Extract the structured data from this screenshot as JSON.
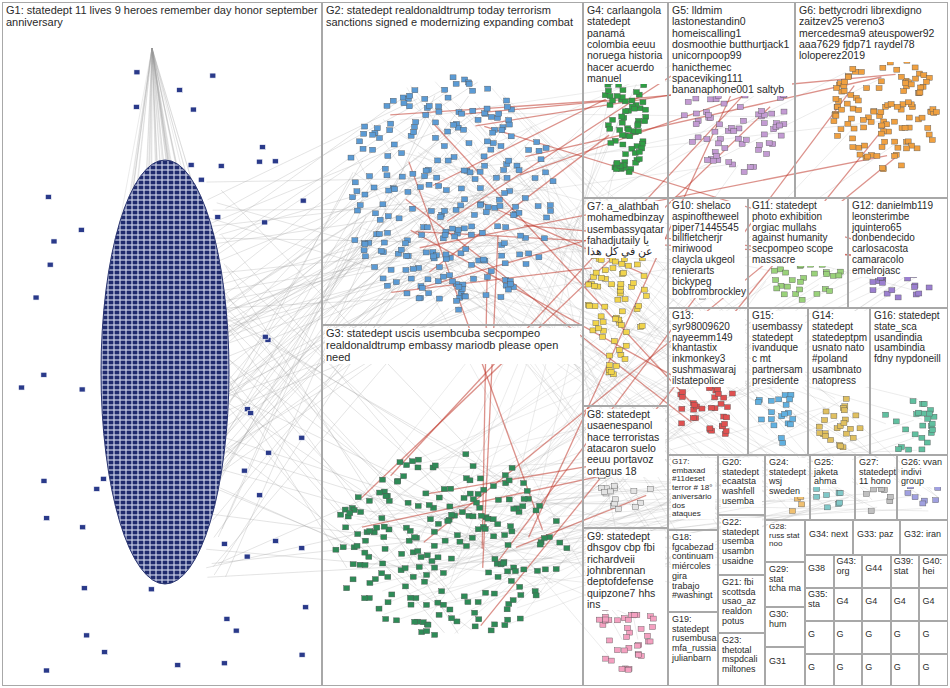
{
  "diagram": {
    "nodes": [
      {
        "text": [
          "G1: statedept 11 lives 9 heroes remember day honor september anniversary"
        ]
      },
      {
        "text": [
          "G2: statedept realdonaldtrump today terrorism sanctions signed e modernizing expanding combat"
        ]
      },
      {
        "text": [
          "G3: statedept uscis usembcuba secpompeo realdonaldtrump embassy mariodb please open need"
        ]
      },
      {
        "text": [
          "G4: carlaangola statedept panamá colombia eeuu noruega historia hacer acuerdo manuel"
        ]
      },
      {
        "text": [
          "G5: lldmim lastonestandin0 homeiscalling1 dosmoothie butthurtjack1 unicornpoop99 hanicthemec spaceviking111 bananaphone001 saltyb"
        ]
      },
      {
        "text": [
          "G6: bettycrodri librexdigno zaitzev25 vereno3 mercedesma9 ateuspower92 aaa7629 fjdp71 raydel78 loloperez2019"
        ]
      },
      {
        "text": [
          "G7: a_alathbah mohamedbinzay usembassyqatar fahadjutaily يا عن في كل هذا"
        ]
      },
      {
        "text": [
          "G8: statedept usaenespanol hace terroristas atacaron suelo eeuu portavoz ortagus 18"
        ]
      },
      {
        "text": [
          "G9: statedept dhsgov cbp fbi richardveii johnbrennan deptofdefense quipzone7 hhs ins"
        ]
      },
      {
        "text": [
          "G10: shelaco aspinoftheweel piper71445545 billfletcherjr miriwood claycla ukgeol renierarts bickypeg bobfrombrockley"
        ]
      },
      {
        "text": [
          "G11: statedept photo exhibition orgiac mullahs against humanity secpompeo scope massacre"
        ]
      },
      {
        "text": [
          "G12: danielmb119 leonsterimbe jquintero65 donbendecido carlosacosta camaracolo emelrojasc"
        ]
      },
      {
        "text": [
          "G13: syr98009620 nayeemm149 khantastix inkmonkey3 sushmaswaraj ilstatepolice"
        ]
      },
      {
        "text": [
          "G15: usembassy statedept ivanduque c mt partnersam presidente"
        ]
      },
      {
        "text": [
          "G14: statedept statedeptpm usnato nato #poland usambnato natopress"
        ]
      },
      {
        "text": [
          "G16: statedept state_sca usandindia usambindia fdny nypdoneill"
        ]
      },
      {
        "text": [
          "G17: embaxad #11deset terror # 18° aniversário dos ataques"
        ]
      },
      {
        "text": [
          "G18: fgcabezad continuam miércoles gira trabajo #washingt"
        ]
      },
      {
        "text": [
          "G19: statedept rusembusa mfa_russia julianbarn"
        ]
      },
      {
        "text": [
          "G20: statedept ecaatsta washfell usemba"
        ]
      },
      {
        "text": [
          "G22: statedept usemba usambn usaidne"
        ]
      },
      {
        "text": [
          "G21: fbi scottsda usao_az realdon potus"
        ]
      },
      {
        "text": [
          "G23: thetotal mspdcali miltones"
        ]
      },
      {
        "text": [
          "G24: statedept wsj sweden"
        ]
      },
      {
        "text": [
          "G25: jaketa ahma"
        ]
      },
      {
        "text": [
          "G27: statedept 11 hono"
        ]
      },
      {
        "text": [
          "G26: vvan indivi group"
        ]
      },
      {
        "text": [
          "G28: russ stat noo"
        ]
      },
      {
        "text": [
          "G34: next"
        ]
      },
      {
        "text": [
          "G33: paz"
        ]
      },
      {
        "text": [
          "G32: iran"
        ]
      },
      {
        "text": [
          "G29: stat tcha ma"
        ]
      },
      {
        "text": [
          "G30: hum"
        ]
      },
      {
        "text": [
          "G31"
        ]
      },
      {
        "text": [
          "G38"
        ]
      },
      {
        "text": [
          "G43: org"
        ]
      },
      {
        "text": [
          "G44"
        ]
      },
      {
        "text": [
          "G39: stat"
        ]
      },
      {
        "text": [
          "G40: hei"
        ]
      },
      {
        "text": [
          "G35: sta"
        ]
      },
      {
        "text": [
          "G4"
        ]
      },
      {
        "text": [
          "G4"
        ]
      },
      {
        "text": [
          "G4"
        ]
      },
      {
        "text": [
          "G4"
        ]
      },
      {
        "text": [
          "G"
        ]
      },
      {
        "text": [
          "G"
        ]
      },
      {
        "text": [
          "G"
        ]
      },
      {
        "text": [
          "G"
        ]
      },
      {
        "text": [
          "G"
        ]
      },
      {
        "text": [
          "G"
        ]
      },
      {
        "text": [
          "G"
        ]
      },
      {
        "text": [
          "G"
        ]
      },
      {
        "text": [
          "G"
        ]
      },
      {
        "text": [
          "G"
        ]
      }
    ]
  }
}
